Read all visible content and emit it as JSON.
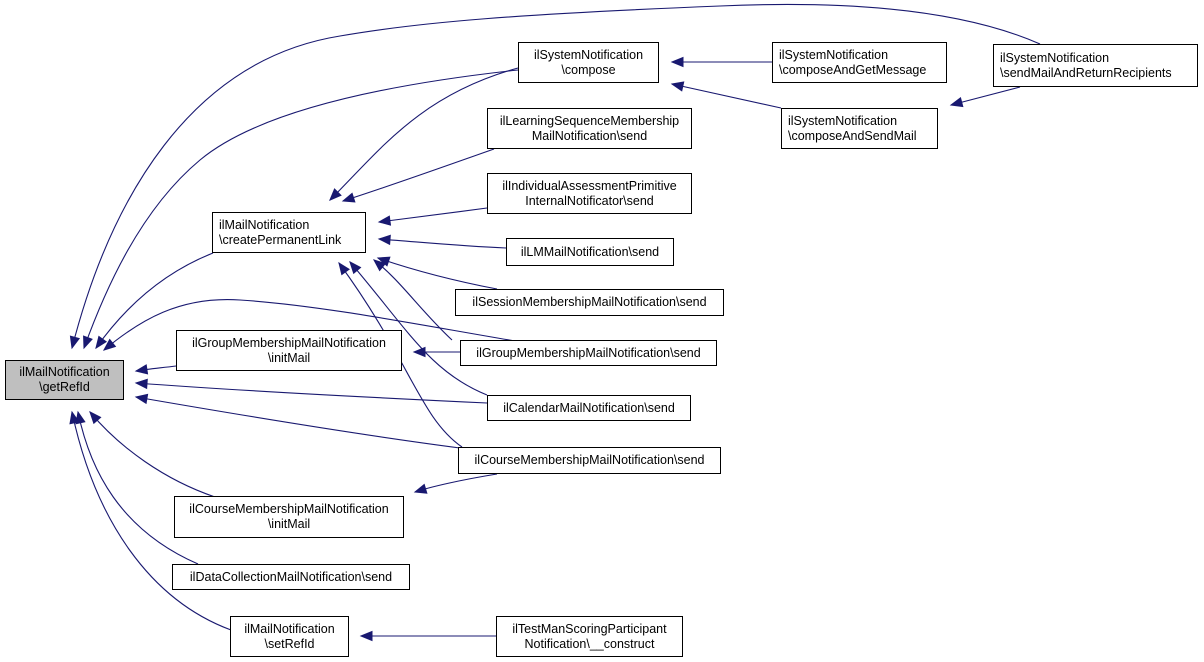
{
  "diagram": {
    "type": "call-graph",
    "colors": {
      "edge": "#191970",
      "root_fill": "#bfbfbf",
      "node_fill": "#ffffff",
      "border": "#000000"
    },
    "nodes": [
      {
        "id": "getRefId",
        "lines": [
          "ilMailNotification",
          "\\getRefId"
        ],
        "root": true,
        "align": "center"
      },
      {
        "id": "compose",
        "lines": [
          "ilSystemNotification",
          "\\compose"
        ],
        "align": "center"
      },
      {
        "id": "composeAndGetMessage",
        "lines": [
          "ilSystemNotification",
          "\\composeAndGetMessage"
        ],
        "align": "left"
      },
      {
        "id": "sendMailAndReturnRecipients",
        "lines": [
          "ilSystemNotification",
          "\\sendMailAndReturnRecipients"
        ],
        "align": "left"
      },
      {
        "id": "composeAndSendMail",
        "lines": [
          "ilSystemNotification",
          "\\composeAndSendMail"
        ],
        "align": "left"
      },
      {
        "id": "lsmSend",
        "lines": [
          "ilLearningSequenceMembership",
          "MailNotification\\send"
        ],
        "align": "center"
      },
      {
        "id": "iapSend",
        "lines": [
          "ilIndividualAssessmentPrimitive",
          "InternalNotificator\\send"
        ],
        "align": "center"
      },
      {
        "id": "createPermanentLink",
        "lines": [
          "ilMailNotification",
          "\\createPermanentLink"
        ],
        "align": "left"
      },
      {
        "id": "lmSend",
        "lines": [
          "ilLMMailNotification\\send"
        ],
        "align": "center"
      },
      {
        "id": "sessionSend",
        "lines": [
          "ilSessionMembershipMailNotification\\send"
        ],
        "align": "center"
      },
      {
        "id": "groupInitMail",
        "lines": [
          "ilGroupMembershipMailNotification",
          "\\initMail"
        ],
        "align": "center"
      },
      {
        "id": "groupSend",
        "lines": [
          "ilGroupMembershipMailNotification\\send"
        ],
        "align": "center"
      },
      {
        "id": "calendarSend",
        "lines": [
          "ilCalendarMailNotification\\send"
        ],
        "align": "center"
      },
      {
        "id": "courseSend",
        "lines": [
          "ilCourseMembershipMailNotification\\send"
        ],
        "align": "center"
      },
      {
        "id": "courseInitMail",
        "lines": [
          "ilCourseMembershipMailNotification",
          "\\initMail"
        ],
        "align": "center"
      },
      {
        "id": "dataCollectionSend",
        "lines": [
          "ilDataCollectionMailNotification\\send"
        ],
        "align": "center"
      },
      {
        "id": "setRefId",
        "lines": [
          "ilMailNotification",
          "\\setRefId"
        ],
        "align": "center"
      },
      {
        "id": "testManConstruct",
        "lines": [
          "ilTestManScoringParticipant",
          "Notification\\__construct"
        ],
        "align": "center"
      }
    ],
    "edges": [
      {
        "from": "sendMailAndReturnRecipients",
        "to": "getRefId"
      },
      {
        "from": "compose",
        "to": "getRefId"
      },
      {
        "from": "createPermanentLink",
        "to": "getRefId"
      },
      {
        "from": "groupSend",
        "to": "getRefId"
      },
      {
        "from": "groupInitMail",
        "to": "getRefId"
      },
      {
        "from": "calendarSend",
        "to": "getRefId"
      },
      {
        "from": "courseSend",
        "to": "getRefId"
      },
      {
        "from": "courseInitMail",
        "to": "getRefId"
      },
      {
        "from": "dataCollectionSend",
        "to": "getRefId"
      },
      {
        "from": "setRefId",
        "to": "getRefId"
      },
      {
        "from": "composeAndGetMessage",
        "to": "compose"
      },
      {
        "from": "composeAndSendMail",
        "to": "compose"
      },
      {
        "from": "sendMailAndReturnRecipients",
        "to": "composeAndSendMail"
      },
      {
        "from": "compose",
        "to": "createPermanentLink"
      },
      {
        "from": "lsmSend",
        "to": "createPermanentLink"
      },
      {
        "from": "iapSend",
        "to": "createPermanentLink"
      },
      {
        "from": "lmSend",
        "to": "createPermanentLink"
      },
      {
        "from": "sessionSend",
        "to": "createPermanentLink"
      },
      {
        "from": "groupSend",
        "to": "createPermanentLink"
      },
      {
        "from": "calendarSend",
        "to": "createPermanentLink"
      },
      {
        "from": "courseSend",
        "to": "createPermanentLink"
      },
      {
        "from": "groupSend",
        "to": "groupInitMail"
      },
      {
        "from": "courseSend",
        "to": "courseInitMail"
      },
      {
        "from": "testManConstruct",
        "to": "setRefId"
      }
    ]
  }
}
